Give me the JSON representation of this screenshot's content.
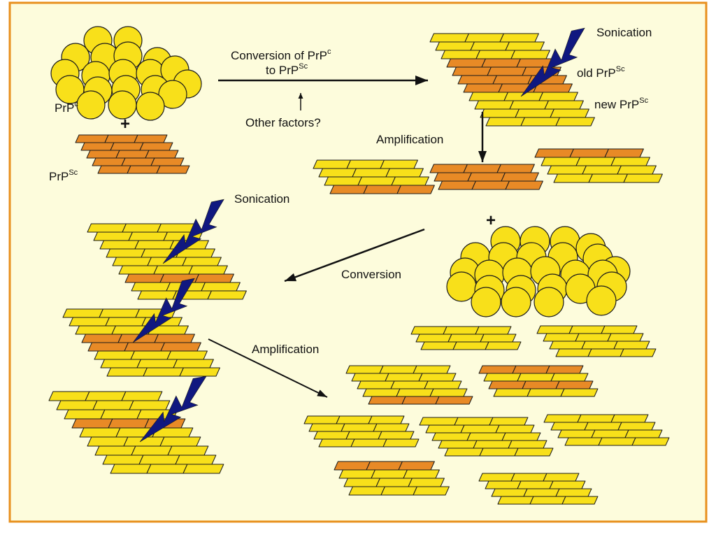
{
  "colors": {
    "background": "#fdfcdc",
    "border": "#e8901e",
    "yellow": "#f8e01a",
    "orange": "#e88a26",
    "outline": "#1a1a1a",
    "lightning": "#101880",
    "arrow": "#111111"
  },
  "icons": [
    "lightning-bolt-icon",
    "arrow-icon"
  ],
  "labels": {
    "prpc_main": "PrP",
    "prpc_sup": "c",
    "plus": "+",
    "prpsc_main": "PrP",
    "prpsc_sup": "Sc",
    "conversion_line1_main": "Conversion of PrP",
    "conversion_line1_sup": "c",
    "conversion_line2_main": "to PrP",
    "conversion_line2_sup": "Sc",
    "other_factors": "Other factors?",
    "sonication_top": "Sonication",
    "old_main": "old PrP",
    "old_sup": "Sc",
    "new_main": "new PrP",
    "new_sup": "Sc",
    "amplification_top": "Amplification",
    "sonication_mid": "Sonication",
    "plus_right": "+",
    "conversion": "Conversion",
    "amplification_bottom": "Amplification"
  }
}
